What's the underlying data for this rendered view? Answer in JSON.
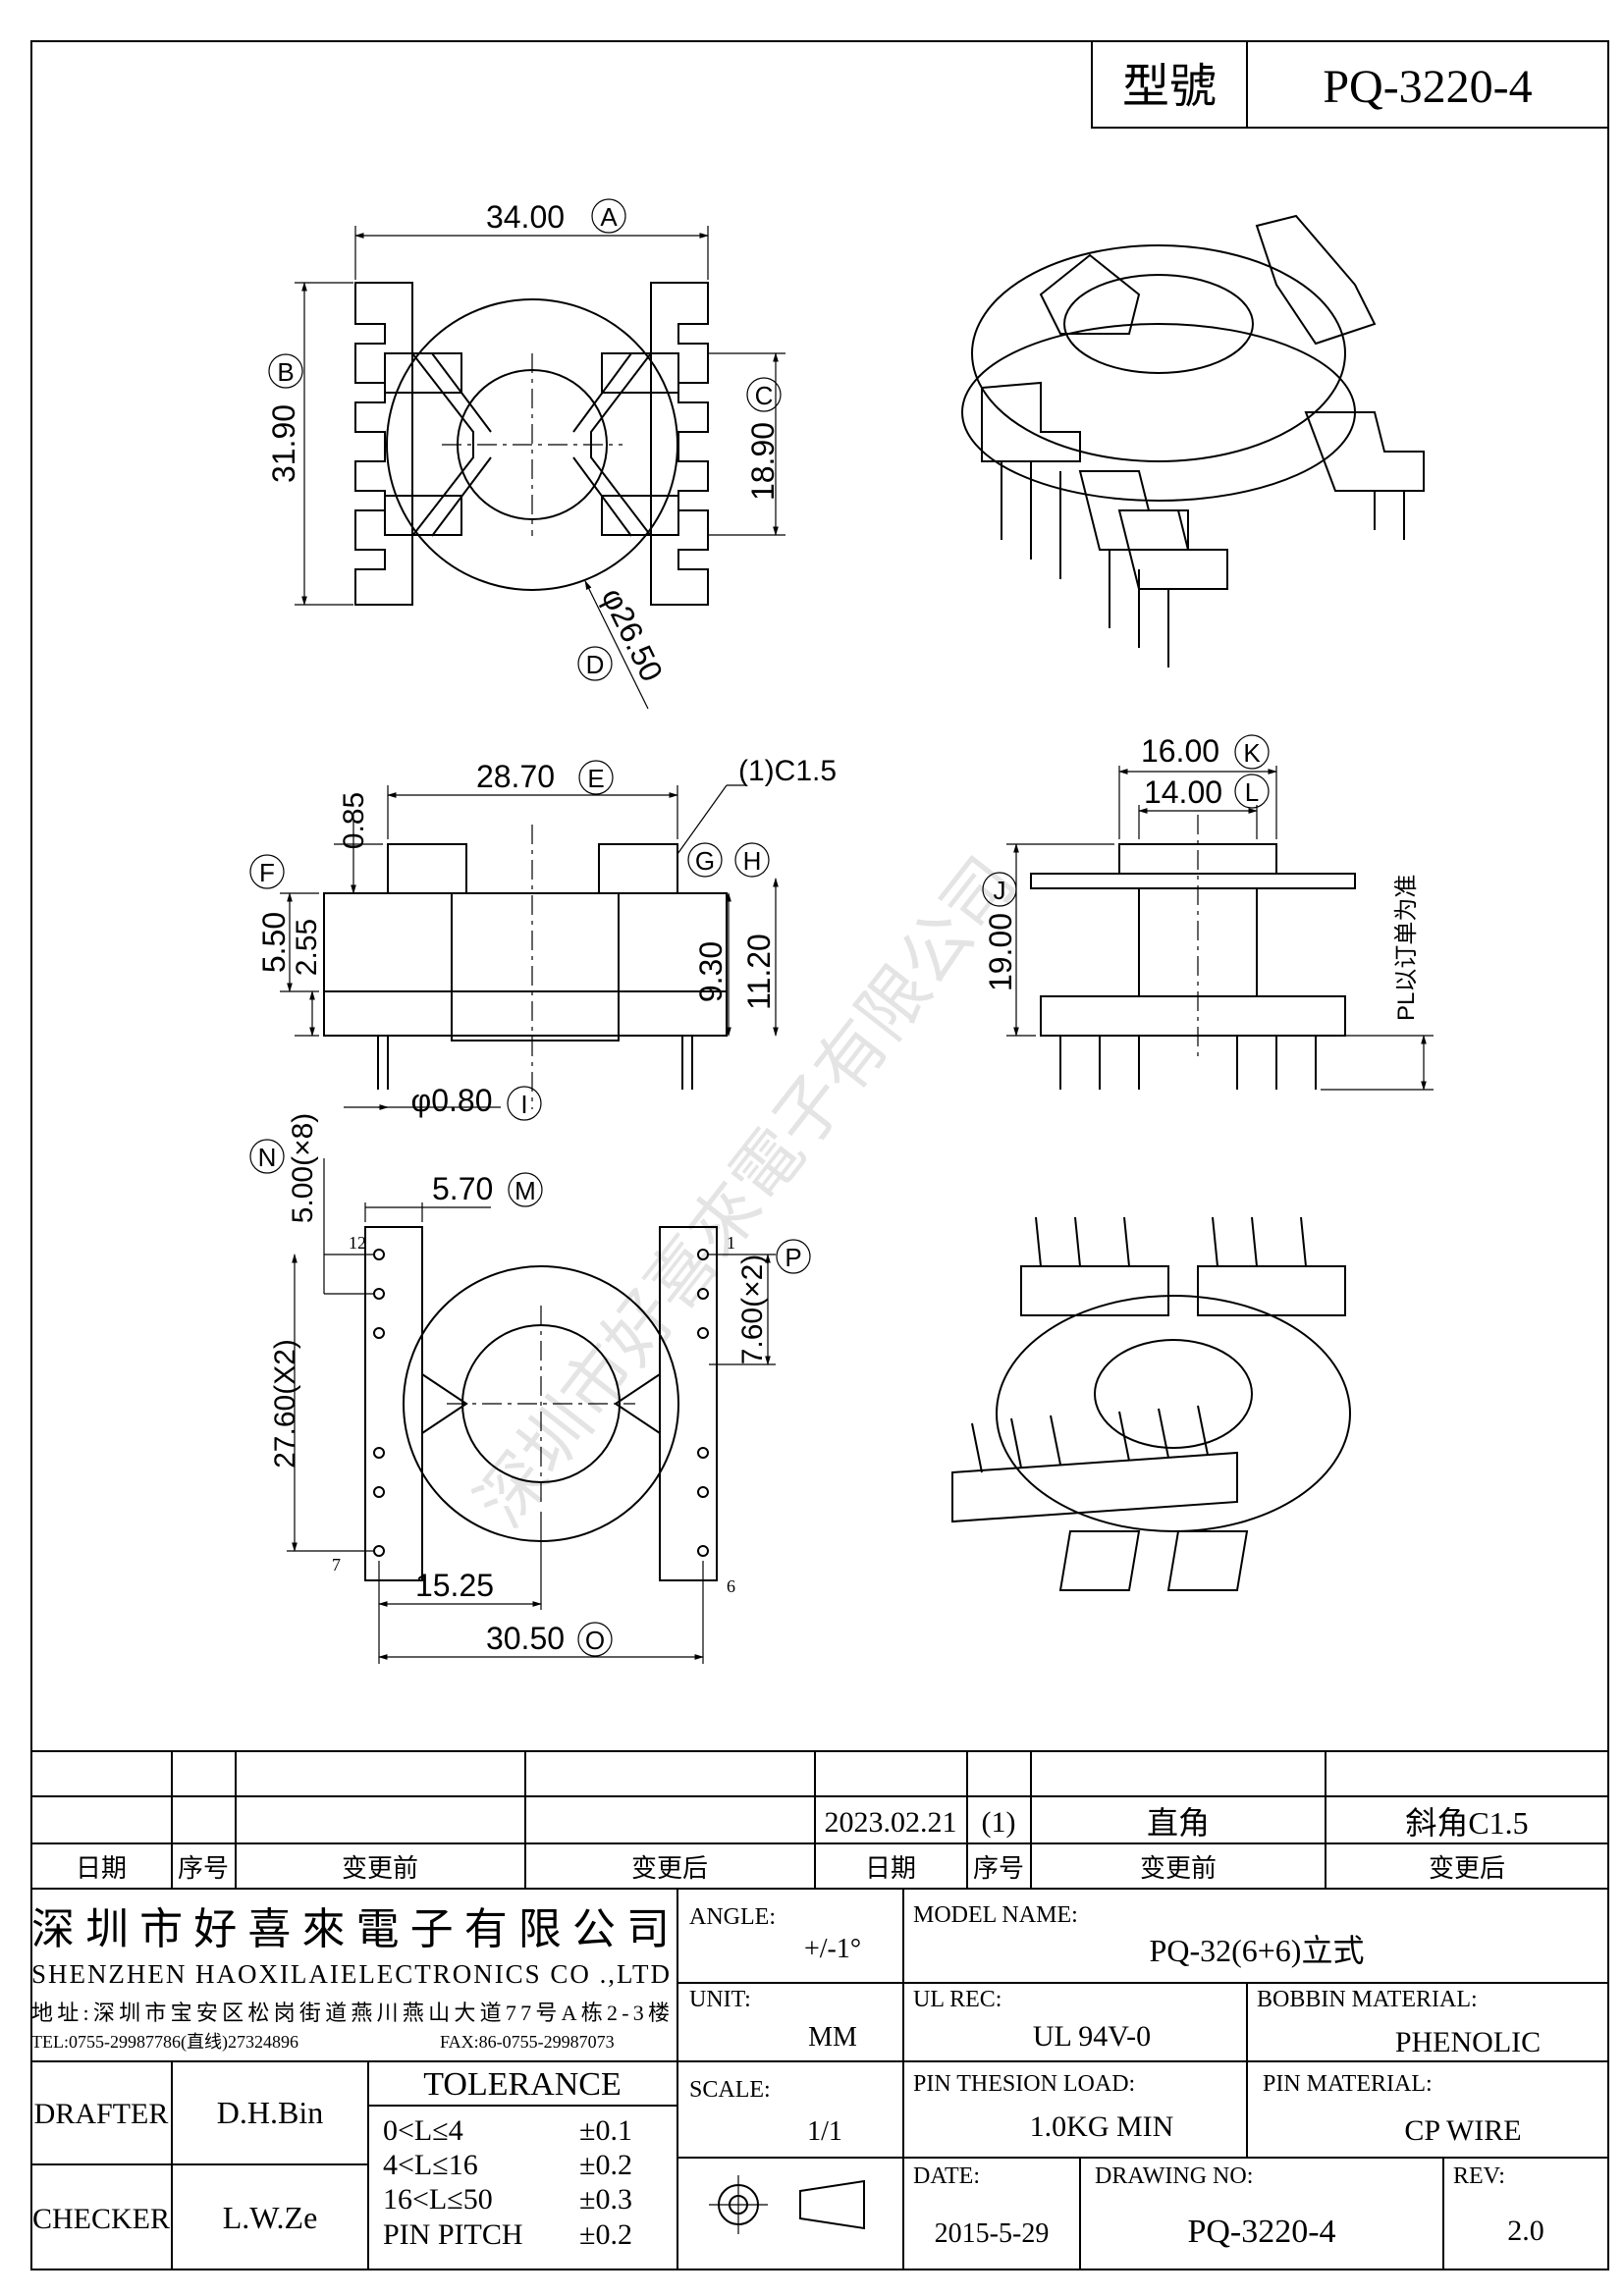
{
  "header": {
    "model_label": "型號",
    "model_value": "PQ-3220-4"
  },
  "dimensions": {
    "A": {
      "value": "34.00",
      "letter": "A"
    },
    "B": {
      "value": "31.90",
      "letter": "B"
    },
    "C": {
      "value": "18.90",
      "letter": "C"
    },
    "D": {
      "value": "φ26.50",
      "letter": "D"
    },
    "E": {
      "value": "28.70",
      "letter": "E"
    },
    "chamfer": "(1)C1.5",
    "F": {
      "value": "5.50",
      "letter": "F"
    },
    "G": {
      "value": "9.30",
      "letter": "G"
    },
    "H": {
      "value": "11.20",
      "letter": "H"
    },
    "dim_085": "0.85",
    "dim_255": "2.55",
    "I": {
      "value": "φ0.80",
      "letter": "I"
    },
    "K": {
      "value": "16.00",
      "letter": "K"
    },
    "L": {
      "value": "14.00",
      "letter": "L"
    },
    "J": {
      "value": "19.00",
      "letter": "J"
    },
    "pl_note": "PL以订单为准",
    "N": {
      "value": "5.00(×8)",
      "letter": "N"
    },
    "M": {
      "value": "5.70",
      "letter": "M"
    },
    "P": {
      "value": "7.60(×2)",
      "letter": "P"
    },
    "dim_2760": "27.60(X2)",
    "dim_1525": "15.25",
    "O": {
      "value": "30.50",
      "letter": "O"
    },
    "pin_12": "12",
    "pin_1": "1",
    "pin_7": "7",
    "pin_6": "6"
  },
  "watermark": "深圳市好喜來電子有限公司",
  "revision_table": {
    "entry": {
      "date": "2023.02.21",
      "seq": "(1)",
      "before": "直角",
      "after": "斜角C1.5"
    },
    "headers": [
      "日期",
      "序号",
      "变更前",
      "变更后",
      "日期",
      "序号",
      "变更前",
      "变更后"
    ]
  },
  "title_block": {
    "company_cn": "深圳市好喜來電子有限公司",
    "company_en": "SHENZHEN HAOXILAIELECTRONICS CO .,LTD",
    "address": "地址:深圳市宝安区松岗街道燕川燕山大道77号A栋2-3楼",
    "tel": "TEL:0755-29987786(直线)27324896",
    "fax": "FAX:86-0755-29987073",
    "drafter_label": "DRAFTER",
    "drafter_value": "D.H.Bin",
    "checker_label": "CHECKER",
    "checker_value": "L.W.Ze",
    "tolerance_title": "TOLERANCE",
    "tolerance_rows": [
      {
        "range": "0<L≤4",
        "tol": "±0.1"
      },
      {
        "range": "4<L≤16",
        "tol": "±0.2"
      },
      {
        "range": "16<L≤50",
        "tol": "±0.3"
      },
      {
        "range": "PIN PITCH",
        "tol": "±0.2"
      }
    ],
    "angle_label": "ANGLE:",
    "angle_value": "+/-1°",
    "unit_label": "UNIT:",
    "unit_value": "MM",
    "scale_label": "SCALE:",
    "scale_value": "1/1",
    "model_name_label": "MODEL NAME:",
    "model_name_value": "PQ-32(6+6)立式",
    "ul_label": "UL REC:",
    "ul_value": "UL 94V-0",
    "bobbin_label": "BOBBIN MATERIAL:",
    "bobbin_value": "PHENOLIC",
    "pin_load_label": "PIN THESION LOAD:",
    "pin_load_value": "1.0KG MIN",
    "pin_material_label": "PIN MATERIAL:",
    "pin_material_value": "CP  WIRE",
    "date_label": "DATE:",
    "date_value": "2015-5-29",
    "drawing_no_label": "DRAWING NO:",
    "drawing_no_value": "PQ-3220-4",
    "rev_label": "REV:",
    "rev_value": "2.0"
  }
}
